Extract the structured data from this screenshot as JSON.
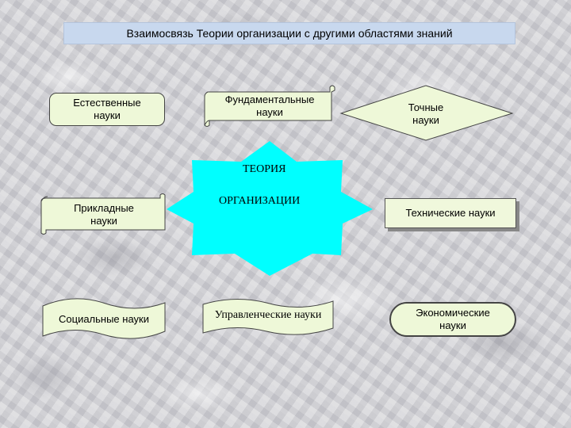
{
  "title": "Взаимосвязь Теории организации с другими областями знаний",
  "center": {
    "line1": "ТЕОРИЯ",
    "line2": "ОРГАНИЗАЦИИ"
  },
  "nodes": {
    "natural": "Естественные науки",
    "fundamental": "Фундаментальные науки",
    "exact": "Точные науки",
    "applied": "Прикладные науки",
    "technical": "Технические науки",
    "social": "Социальные науки",
    "management": "Управленческие науки",
    "economic": "Экономические науки"
  },
  "colors": {
    "box_fill": "#eef8d8",
    "star_fill": "#00ffff",
    "title_fill": "#c8d8ee"
  }
}
